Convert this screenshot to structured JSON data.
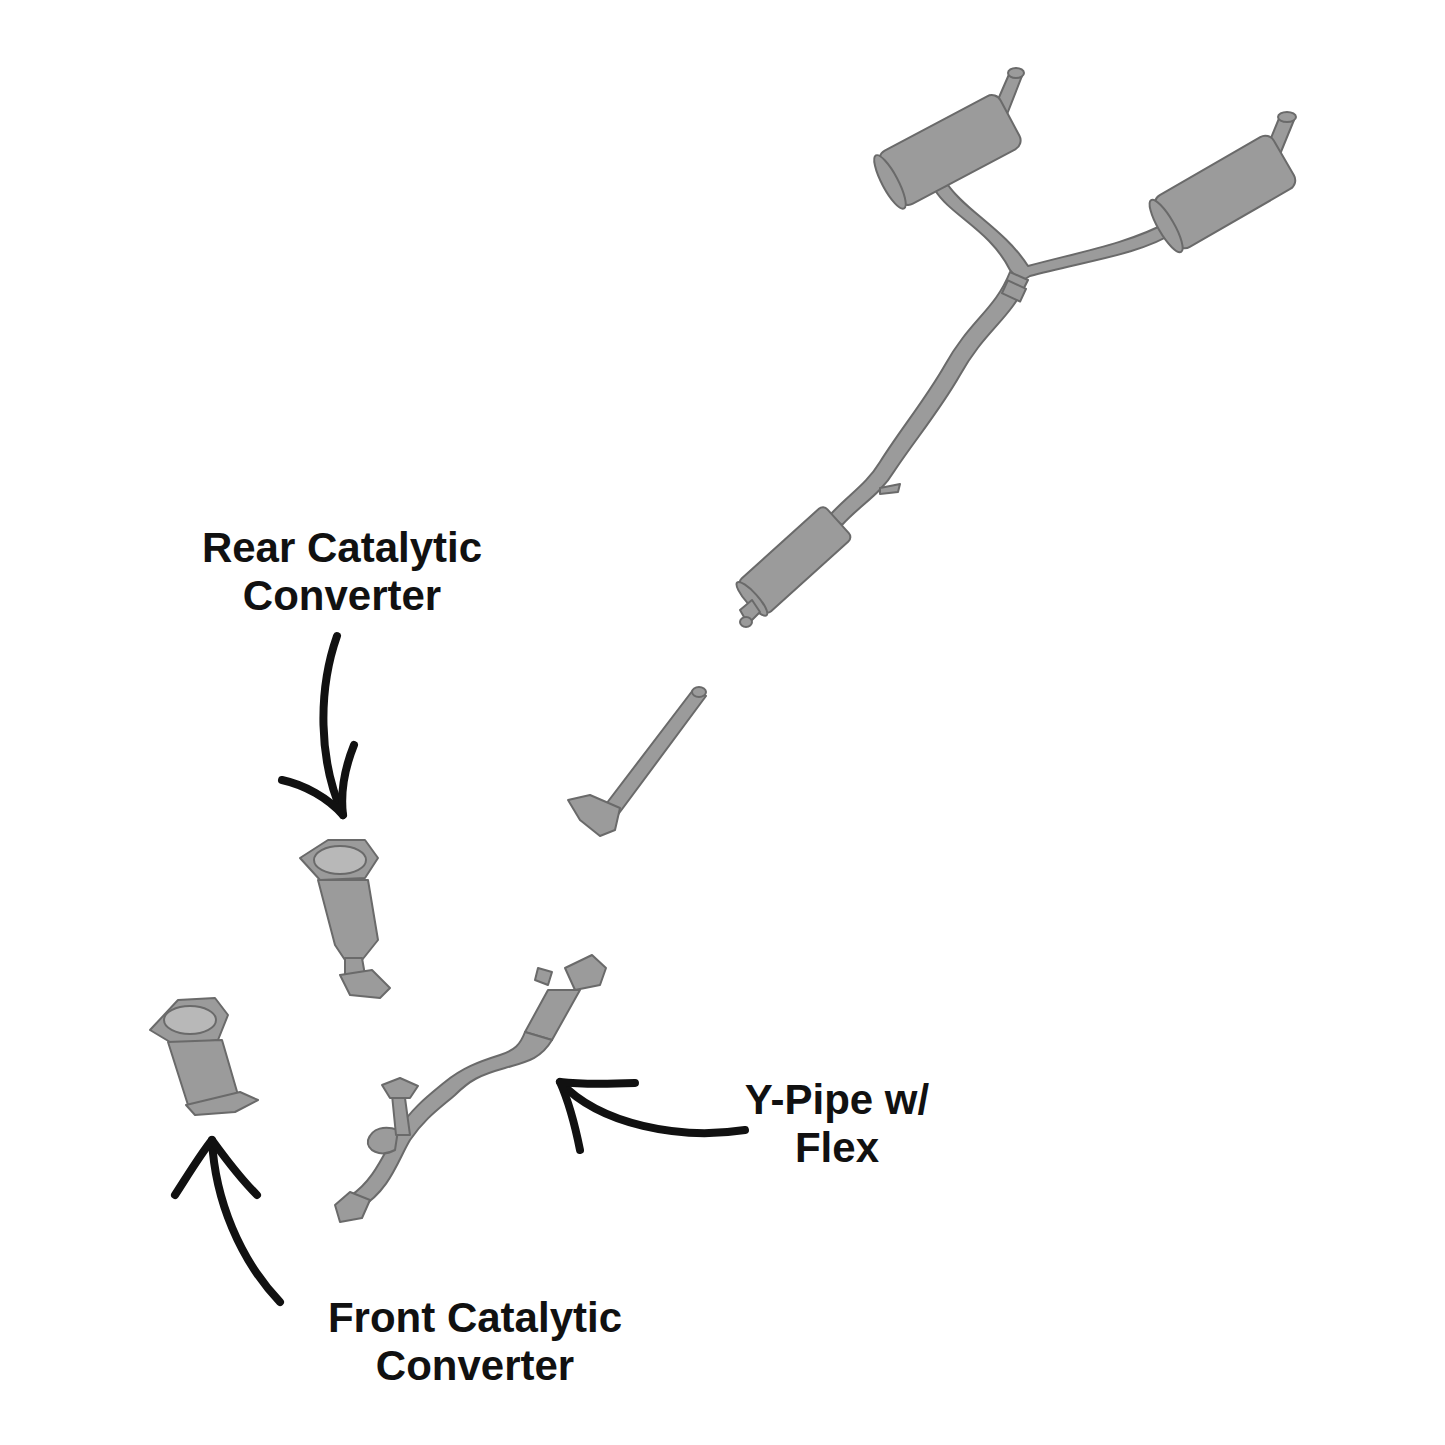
{
  "diagram": {
    "labels": [
      "Rear Catalytic Converter",
      "Y-Pipe w/ Flex",
      "Front Catalytic Converter"
    ]
  }
}
